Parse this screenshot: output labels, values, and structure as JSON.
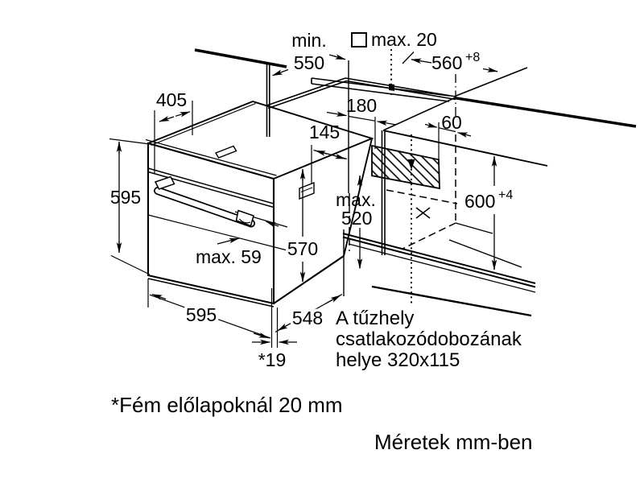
{
  "drawing": {
    "dimensions": {
      "min_depth": {
        "line1": "min.",
        "line2": "550"
      },
      "cooktop_thickness": {
        "label": "max. 20"
      },
      "niche_width": {
        "value": "560",
        "tolerance": "+8"
      },
      "top_depth": {
        "value": "405"
      },
      "rear_offset": {
        "value": "180"
      },
      "vent_offset": {
        "value": "145"
      },
      "box_offset": {
        "value": "60"
      },
      "oven_height": {
        "value": "595"
      },
      "niche_depth": {
        "line1": "max.",
        "line2": "520"
      },
      "niche_height": {
        "value": "600",
        "tolerance": "+4"
      },
      "body_height": {
        "value": "570"
      },
      "handle_depth": {
        "value": "max. 59"
      },
      "oven_width": {
        "value": "595"
      },
      "body_depth": {
        "value": "548"
      },
      "front_overhang": {
        "value": "*19"
      }
    },
    "annotations": {
      "connection_box": {
        "line1": "A tűzhely",
        "line2": "csatlakozódobozának",
        "line3": "helye 320x115"
      },
      "metal_fronts_note": "*Fém előlapoknál 20 mm",
      "units_note": "Méretek mm-ben"
    },
    "colors": {
      "line": "#000000",
      "background": "#ffffff"
    }
  }
}
